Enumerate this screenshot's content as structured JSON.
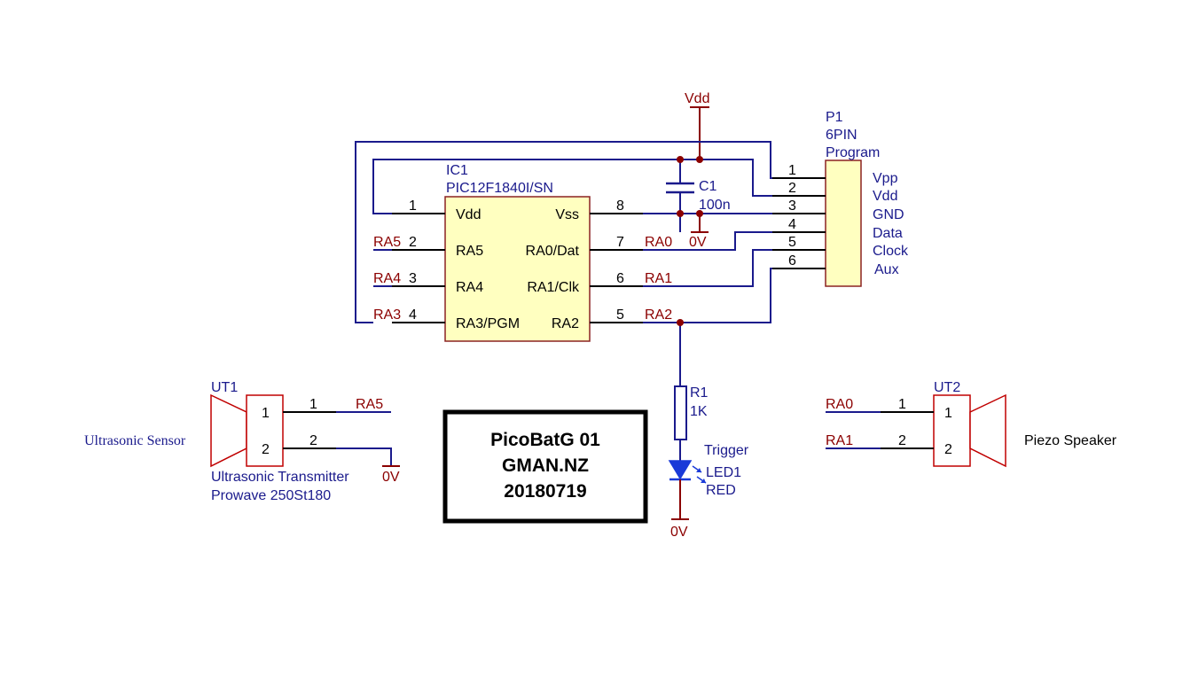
{
  "vdd_label": "Vdd",
  "ic1": {
    "ref": "IC1",
    "part": "PIC12F1840I/SN",
    "left_pins": [
      {
        "num": "1",
        "name": "Vdd",
        "net": ""
      },
      {
        "num": "2",
        "name": "RA5",
        "net": "RA5"
      },
      {
        "num": "3",
        "name": "RA4",
        "net": "RA4"
      },
      {
        "num": "4",
        "name": "RA3/PGM",
        "net": "RA3"
      }
    ],
    "right_pins": [
      {
        "num": "8",
        "name": "Vss",
        "net": ""
      },
      {
        "num": "7",
        "name": "RA0/Dat",
        "net": "RA0"
      },
      {
        "num": "6",
        "name": "RA1/Clk",
        "net": "RA1"
      },
      {
        "num": "5",
        "name": "RA2",
        "net": "RA2"
      }
    ]
  },
  "c1": {
    "ref": "C1",
    "value": "100n",
    "gnd": "0V"
  },
  "p1": {
    "ref": "P1",
    "value": "6PIN",
    "desc": "Program",
    "pins": [
      {
        "num": "1",
        "name": "Vpp"
      },
      {
        "num": "2",
        "name": "Vdd"
      },
      {
        "num": "3",
        "name": "GND"
      },
      {
        "num": "4",
        "name": "Data"
      },
      {
        "num": "5",
        "name": "Clock"
      },
      {
        "num": "6",
        "name": "Aux"
      }
    ]
  },
  "r1": {
    "ref": "R1",
    "value": "1K"
  },
  "led1": {
    "label": "Trigger",
    "ref": "LED1",
    "value": "RED",
    "gnd": "0V"
  },
  "ut1": {
    "ref": "UT1",
    "side_label": "Ultrasonic Sensor",
    "desc1": "Ultrasonic Transmitter",
    "desc2": "Prowave 250St180",
    "pins": [
      {
        "num": "1",
        "outer": "1",
        "net": "RA5"
      },
      {
        "num": "2",
        "outer": "2",
        "net": ""
      }
    ],
    "gnd": "0V"
  },
  "ut2": {
    "ref": "UT2",
    "side_label": "Piezo Speaker",
    "pins": [
      {
        "num": "1",
        "outer": "1",
        "net": "RA0"
      },
      {
        "num": "2",
        "outer": "2",
        "net": "RA1"
      }
    ]
  },
  "title_block": {
    "line1": "PicoBatG 01",
    "line2": "GMAN.NZ",
    "line3": "20180719"
  }
}
